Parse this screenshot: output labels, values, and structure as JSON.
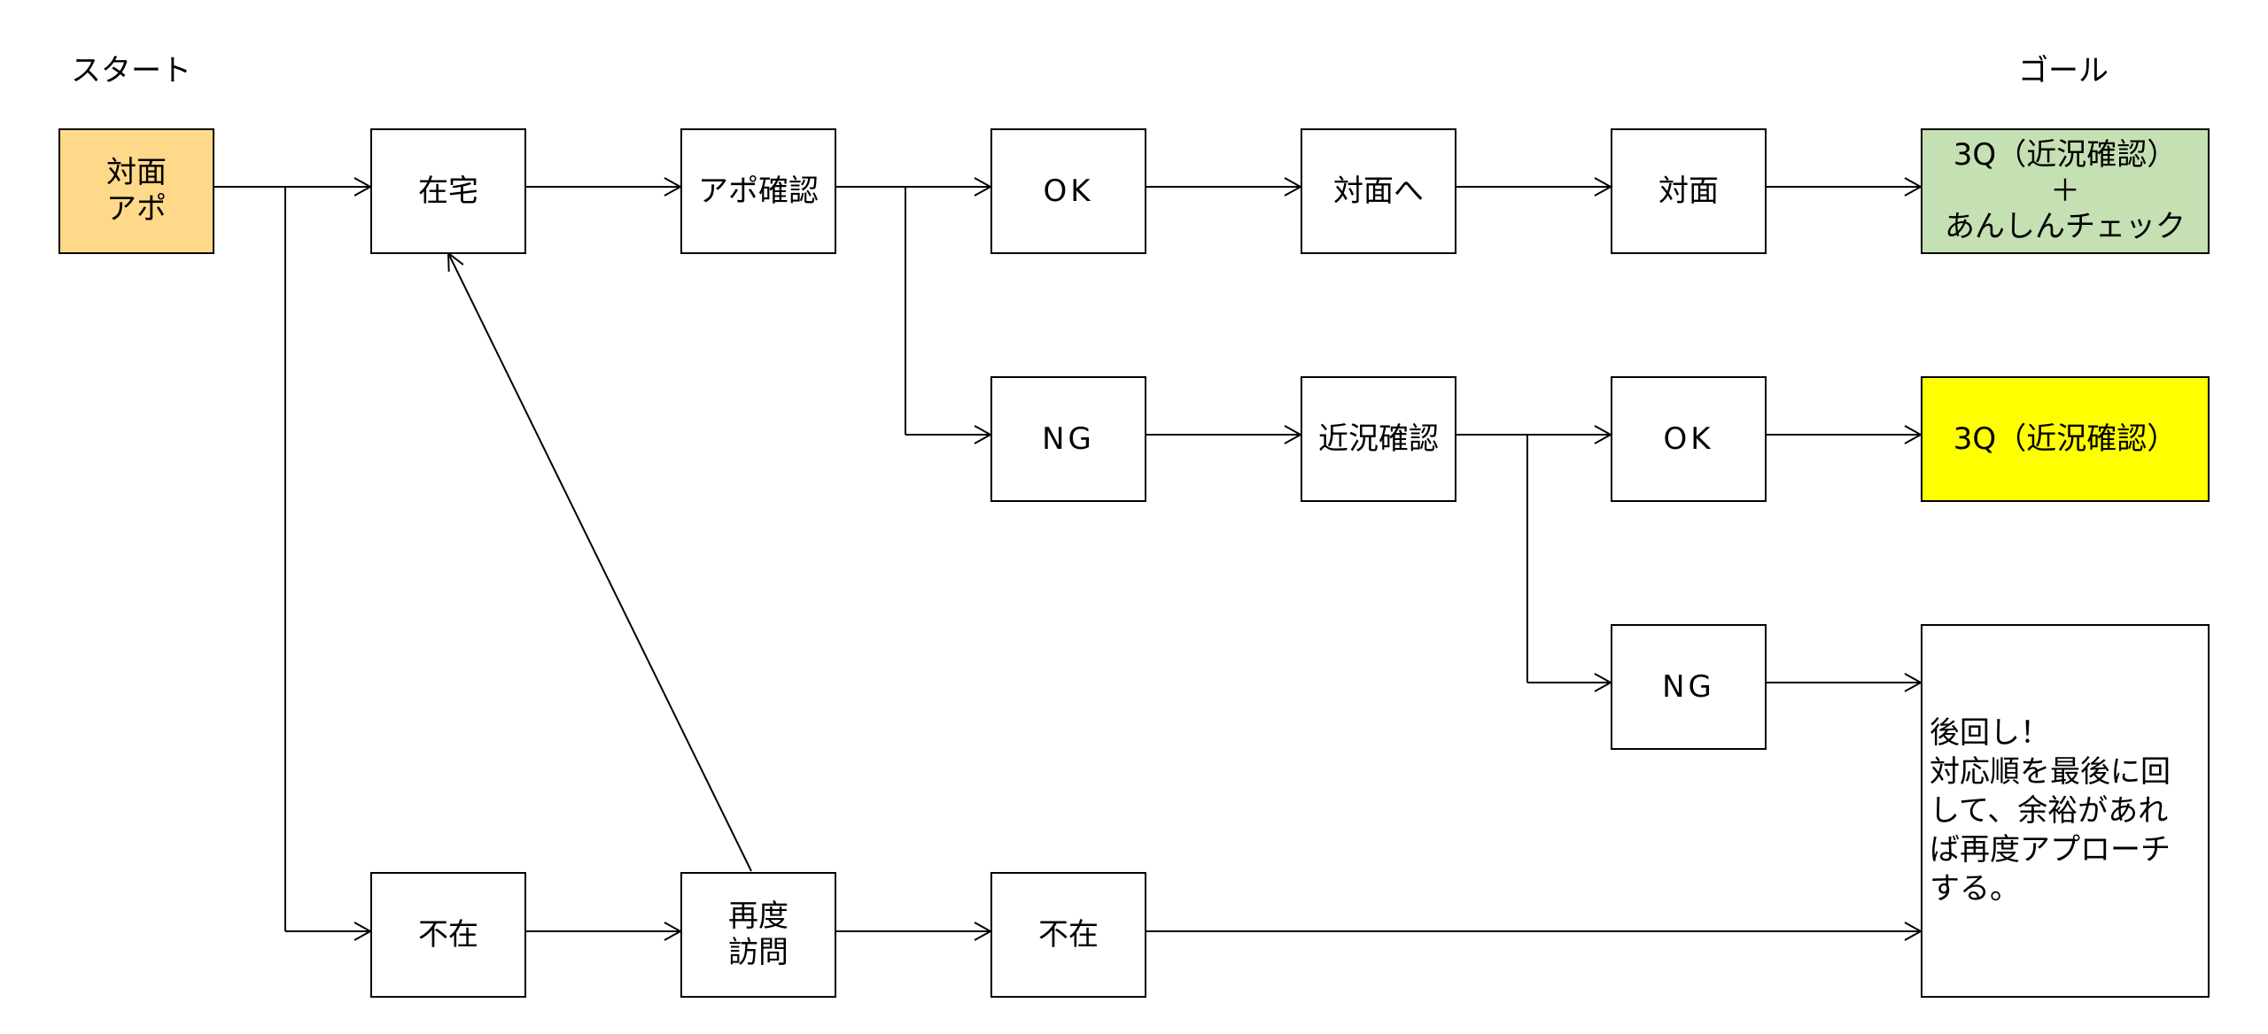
{
  "start_label": "スタート",
  "goal_label": "ゴール",
  "nodes": {
    "start": [
      "対面",
      "アポ"
    ],
    "home": [
      "在宅"
    ],
    "appo_check": [
      "アポ確認"
    ],
    "ok1": [
      "OK"
    ],
    "to_face": [
      "対面へ"
    ],
    "face": [
      "対面"
    ],
    "goal_a": [
      "3Q（近況確認）",
      "＋",
      "あんしんチェック"
    ],
    "ng1": [
      "NG"
    ],
    "status_check": [
      "近況確認"
    ],
    "ok2": [
      "OK"
    ],
    "goal_b": [
      "3Q（近況確認）"
    ],
    "ng2": [
      "NG"
    ],
    "postpone": [
      "後回し！",
      "対応順を最後に回",
      "して、余裕があれ",
      "ば再度アプローチ",
      "する。"
    ],
    "absent1": [
      "不在"
    ],
    "revisit": [
      "再度",
      "訪問"
    ],
    "absent2": [
      "不在"
    ]
  },
  "colors": {
    "start": "#ffd98a",
    "goal_green": "#c5e0b3",
    "goal_yellow": "#ffff00",
    "line": "#000000"
  }
}
